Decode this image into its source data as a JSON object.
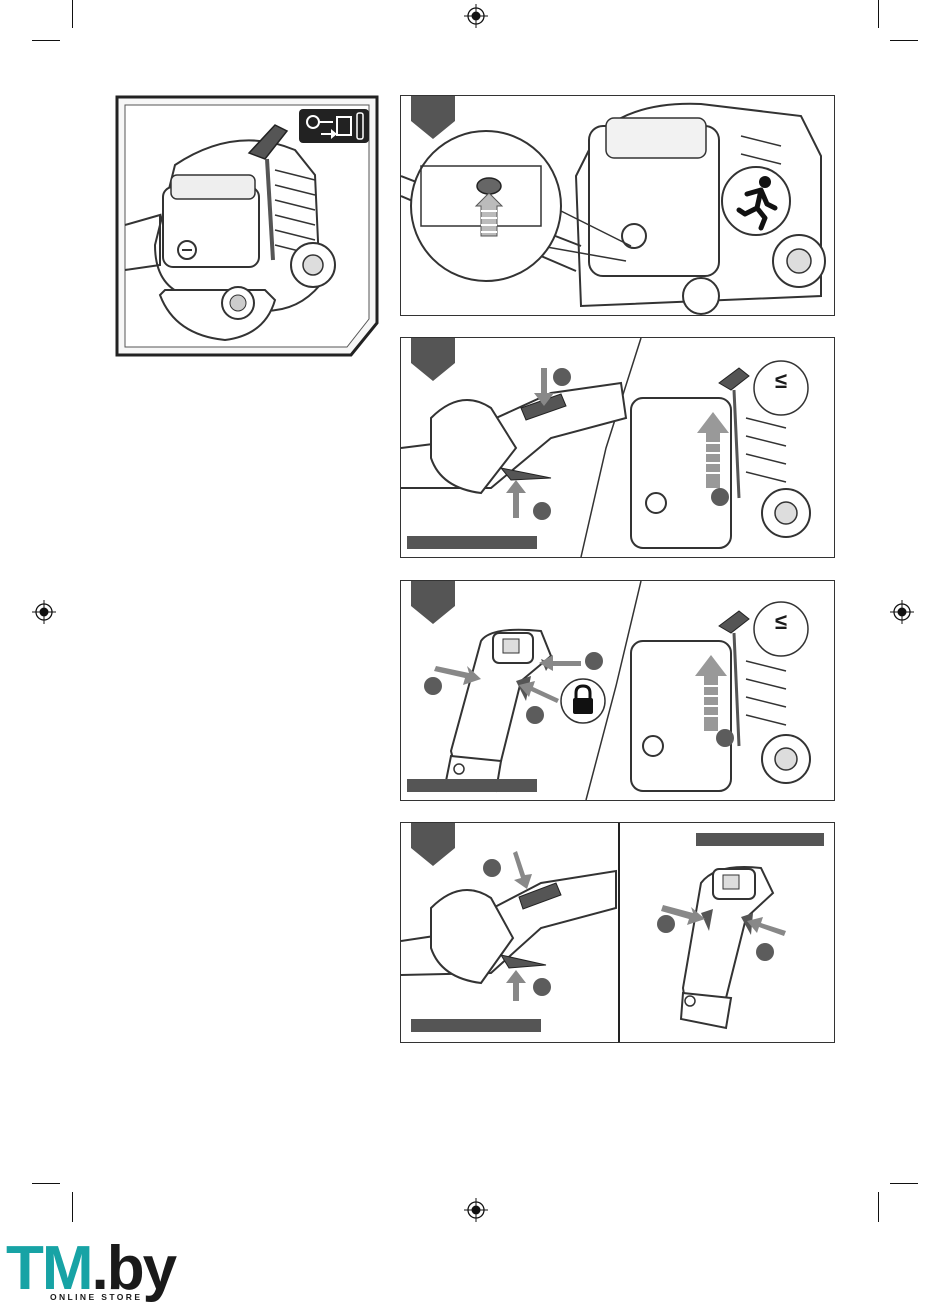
{
  "logo": {
    "brand_part1": "TM",
    "brand_part2": ".by",
    "subtitle": "ONLINE STORE"
  },
  "panel2": {
    "callout_symbol": "≤"
  },
  "panel3": {
    "callout_symbol": "≤"
  },
  "icons": {
    "reg_mark": "registration-mark-icon",
    "choke": "choke-lever-icon",
    "runner": "running-person-icon",
    "lock": "lock-icon"
  },
  "colors": {
    "accent_gray": "#555555",
    "brand_teal": "#17a3a5",
    "line": "#333333"
  }
}
